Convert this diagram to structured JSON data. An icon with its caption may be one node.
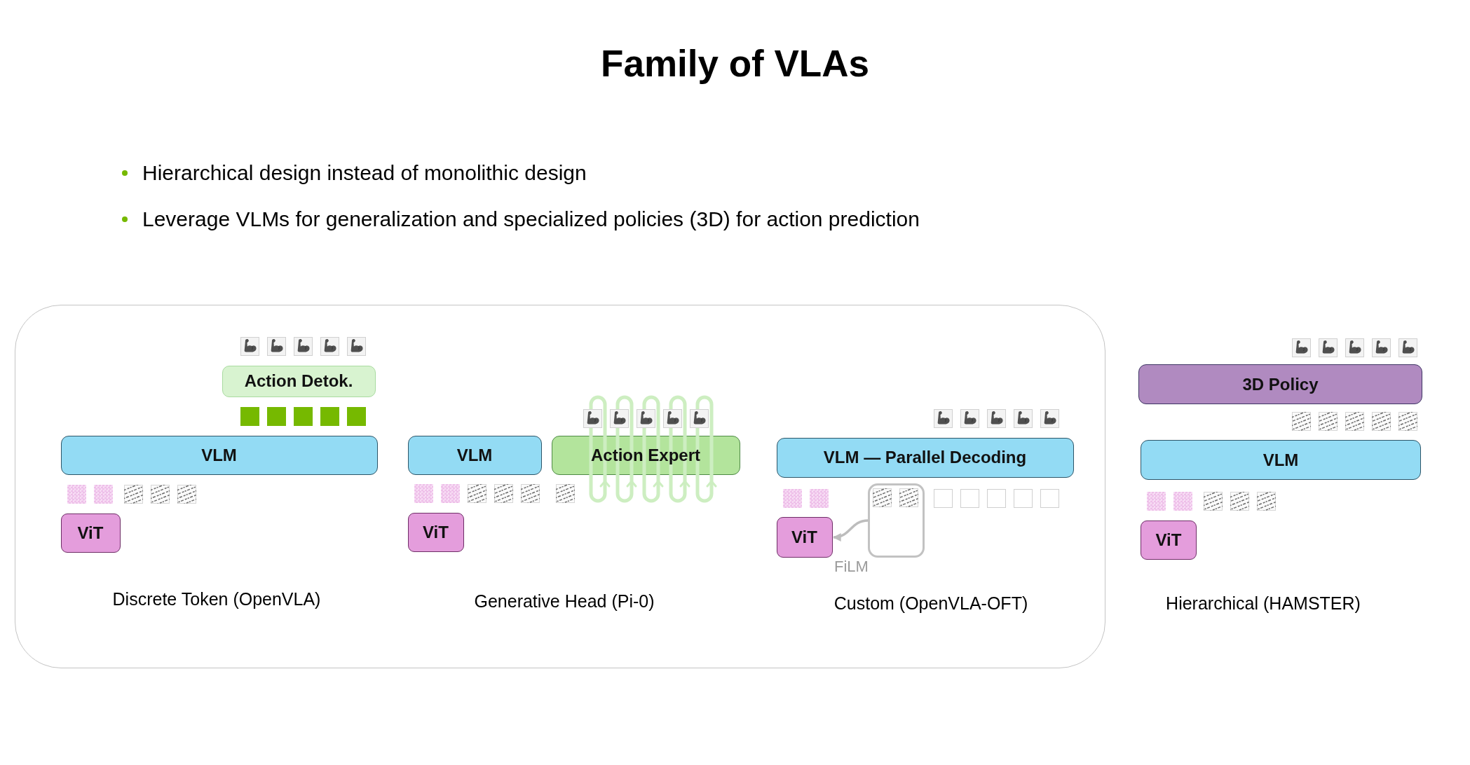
{
  "diagram": {
    "title": "Family of VLAs",
    "nodes": [
      {
        "text": [],
        "shape": "box"
      },
      {
        "text": [
          "Action Detok."
        ],
        "in": 0
      },
      {
        "text": [
          "VLM"
        ],
        "in": 0
      },
      {
        "text": [
          "ViT"
        ],
        "in": 0
      },
      {
        "text": [
          "VLM"
        ],
        "in": 0
      },
      {
        "text": [
          "Action Expert"
        ],
        "in": 0
      },
      {
        "text": [
          "ViT"
        ],
        "in": 0
      },
      {
        "text": [
          "VLM — Parallel Decoding"
        ],
        "in": 0
      },
      {
        "text": [],
        "shape": "box",
        "in": 0
      },
      {
        "text": [
          "ViT"
        ],
        "in": 0
      },
      {
        "text": [
          "3D Policy"
        ]
      },
      {
        "text": [
          "VLM"
        ]
      },
      {
        "text": [
          "ViT"
        ]
      }
    ],
    "edges": [
      {
        "from": 8,
        "to": 9,
        "arrow": "to",
        "label": "FiLM"
      }
    ],
    "labels": [
      "Hierarchical design instead of monolithic design",
      "Leverage VLMs for generalization and specialized policies (3D) for action prediction",
      "Discrete Token (OpenVLA)",
      "Generative Head (Pi-0)",
      "Custom (OpenVLA-OFT)",
      "Hierarchical (HAMSTER)"
    ]
  }
}
